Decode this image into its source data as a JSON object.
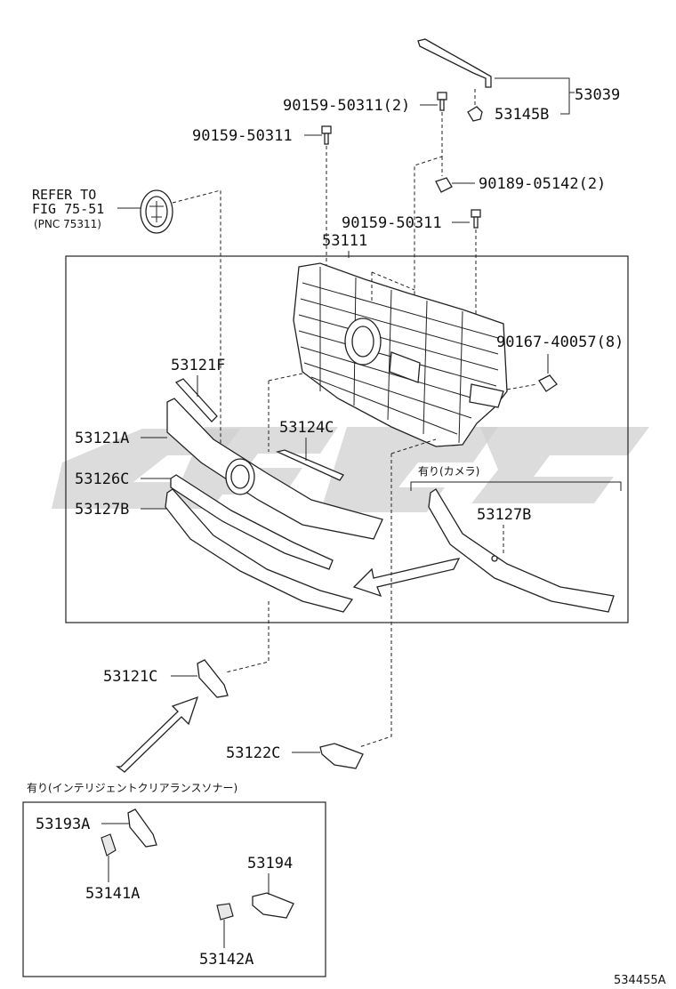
{
  "diagram": {
    "refer": {
      "line1": "REFER TO",
      "line2": "FIG 75-51",
      "line3": "(PNC 75311)"
    },
    "labels": {
      "p53039": "53039",
      "p53145b": "53145B",
      "b90159_top": "90159-50311(2)",
      "b90159_mid": "90159-50311",
      "c90189": "90189-05142(2)",
      "b90159_right": "90159-50311",
      "p53111": "53111",
      "c90167": "90167-40057(8)",
      "p53121f": "53121F",
      "p53124c": "53124C",
      "p53121a": "53121A",
      "p53126c": "53126C",
      "p53127b_left": "53127B",
      "p53127b_right": "53127B",
      "camera_note": "有り(カメラ)",
      "p53121c": "53121C",
      "p53122c": "53122C",
      "sonar_note": "有り(インテリジェントクリアランスソナー)",
      "p53193a": "53193A",
      "p53141a": "53141A",
      "p53194": "53194",
      "p53142a": "53142A"
    },
    "figure_id": "534455A"
  }
}
